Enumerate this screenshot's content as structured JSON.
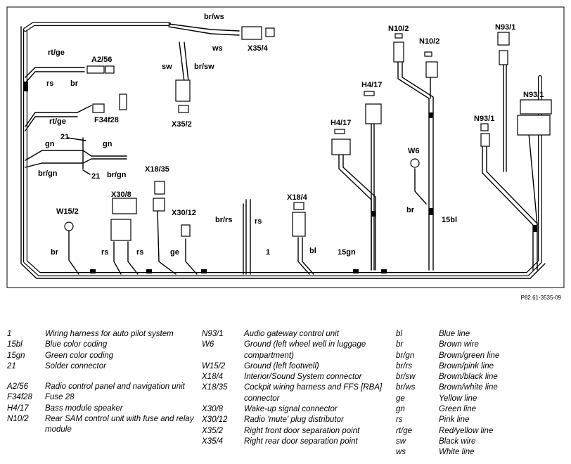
{
  "diagram": {
    "labels": {
      "br_ws": "br/ws",
      "ws": "ws",
      "x35_4": "X35/4",
      "sw": "sw",
      "br_sw": "br/sw",
      "x35_2": "X35/2",
      "rt_ge_1": "rt/ge",
      "a2_56": "A2/56",
      "rs_1": "rs",
      "br_1": "br",
      "rt_ge_2": "rt/ge",
      "f34f28": "F34f28",
      "n21_a": "21",
      "gn_a": "gn",
      "gn_b": "gn",
      "br_gn_a": "br/gn",
      "n21_b": "21",
      "br_gn_b": "br/gn",
      "x18_35": "X18/35",
      "x30_8": "X30/8",
      "w15_2": "W15/2",
      "x30_12": "X30/12",
      "br_2": "br",
      "rs_2": "rs",
      "rs_3": "rs",
      "ge": "ge",
      "br_rs": "br/rs",
      "rs_4": "rs",
      "n1": "1",
      "x18_4": "X18/4",
      "bl": "bl",
      "n15gn": "15gn",
      "n10_2_a": "N10/2",
      "n10_2_b": "N10/2",
      "h4_17_a": "H4/17",
      "h4_17_b": "H4/17",
      "w6": "W6",
      "br_3": "br",
      "n15bl": "15bl",
      "n93_1_a": "N93/1",
      "n93_1_b": "N93/1",
      "n93_1_c": "N93/1"
    },
    "credit": "P82.61-3535-09"
  },
  "legend": {
    "col1": [
      {
        "code": "1",
        "desc": "Wiring harness for auto pilot system"
      },
      {
        "code": "15bl",
        "desc": "Blue color coding"
      },
      {
        "code": "15gn",
        "desc": "Green color coding"
      },
      {
        "code": "21",
        "desc": "Solder connector"
      },
      {
        "code": "A2/56",
        "desc": "Radio control panel and navigation unit"
      },
      {
        "code": "F34f28",
        "desc": "Fuse 28"
      },
      {
        "code": "H4/17",
        "desc": "Bass module speaker"
      },
      {
        "code": "N10/2",
        "desc": "Rear SAM control unit with fuse and relay module"
      }
    ],
    "col2": [
      {
        "code": "N93/1",
        "desc": "Audio gateway control unit"
      },
      {
        "code": "W6",
        "desc": "Ground (left wheel well in luggage compartment)"
      },
      {
        "code": "W15/2",
        "desc": "Ground (left footwell)"
      },
      {
        "code": "X18/4",
        "desc": "Interior/Sound System connector"
      },
      {
        "code": "X18/35",
        "desc": "Cockpit wiring harness and FFS [RBA] connector"
      },
      {
        "code": "X30/8",
        "desc": "Wake-up signal connector"
      },
      {
        "code": "X30/12",
        "desc": "Radio 'mute' plug distributor"
      },
      {
        "code": "X35/2",
        "desc": "Right front door separation point"
      },
      {
        "code": "X35/4",
        "desc": "Right rear door separation point"
      }
    ],
    "col3": [
      {
        "code": "bl",
        "desc": "Blue line"
      },
      {
        "code": "br",
        "desc": "Brown wire"
      },
      {
        "code": "br/gn",
        "desc": "Brown/green line"
      },
      {
        "code": "br/rs",
        "desc": "Brown/pink line"
      },
      {
        "code": "br/sw",
        "desc": "Brown/black line"
      },
      {
        "code": "br/ws",
        "desc": "Brown/white line"
      },
      {
        "code": "ge",
        "desc": "Yellow line"
      },
      {
        "code": "gn",
        "desc": "Green line"
      },
      {
        "code": "rs",
        "desc": "Pink line"
      },
      {
        "code": "rt/ge",
        "desc": "Red/yellow line"
      },
      {
        "code": "sw",
        "desc": "Black wire"
      },
      {
        "code": "ws",
        "desc": "White line"
      }
    ]
  }
}
